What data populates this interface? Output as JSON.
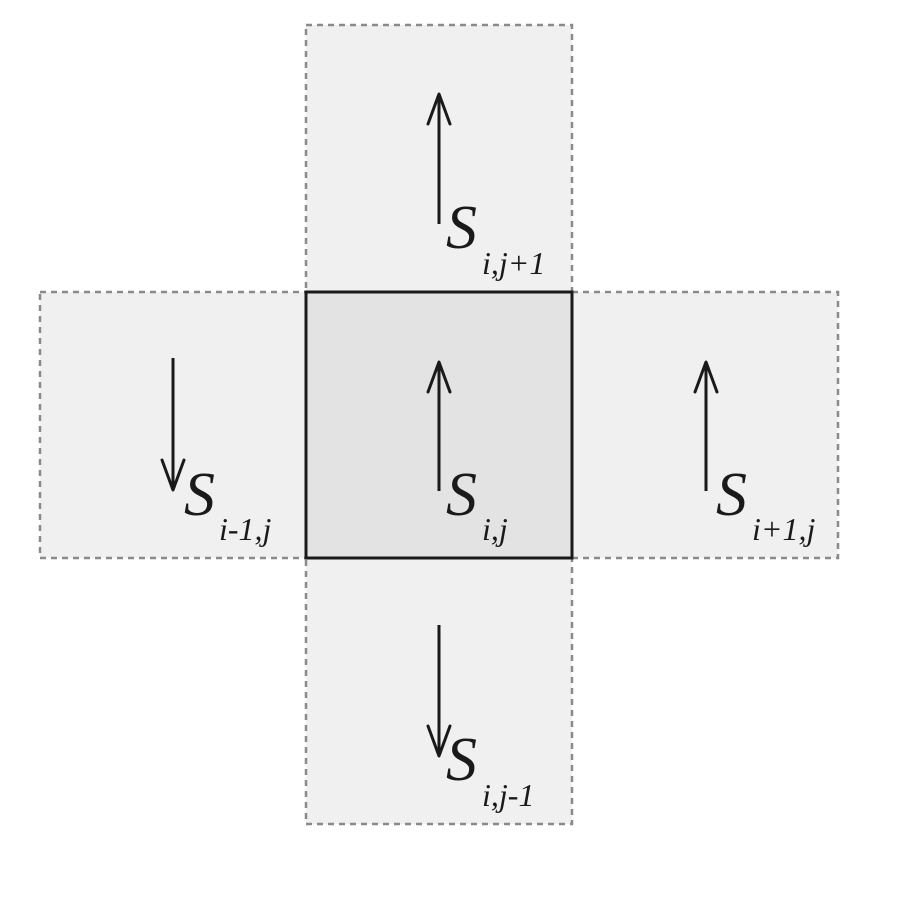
{
  "diagram": {
    "cells": {
      "top": {
        "spin": "up",
        "symbol": "S",
        "subscript": "i,j+1"
      },
      "left": {
        "spin": "down",
        "symbol": "S",
        "subscript": "i-1,j"
      },
      "center": {
        "spin": "up",
        "symbol": "S",
        "subscript": "i,j"
      },
      "right": {
        "spin": "up",
        "symbol": "S",
        "subscript": "i+1,j"
      },
      "bottom": {
        "spin": "down",
        "symbol": "S",
        "subscript": "i,j-1"
      }
    },
    "colors": {
      "neighbor_fill": "#f0f0f0",
      "center_fill": "#e3e3e3",
      "dashed_border": "#8a8a8a",
      "solid_border": "#1a1a1a"
    }
  }
}
